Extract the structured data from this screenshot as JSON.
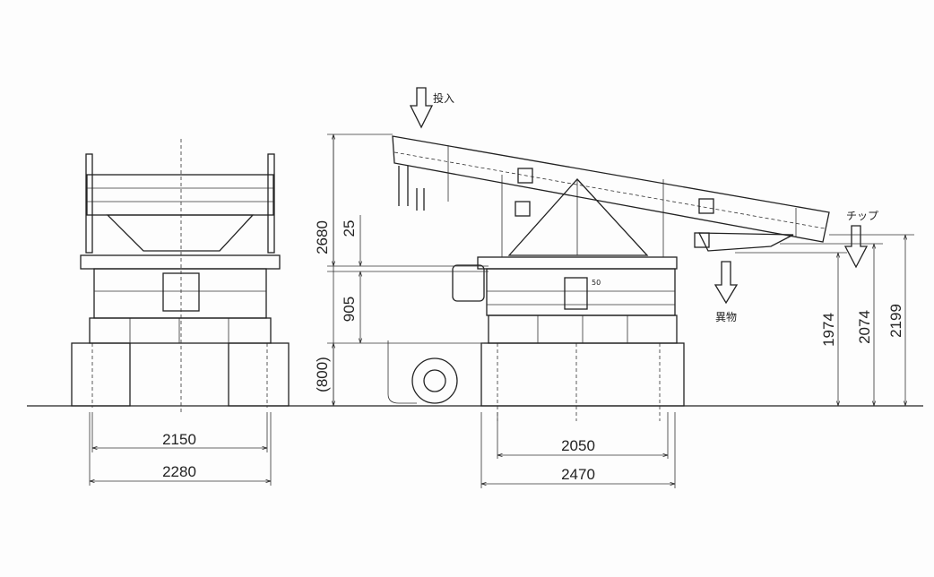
{
  "labels": {
    "input": "投入",
    "chip": "チップ",
    "foreign": "異物"
  },
  "dimensions": {
    "front_inner_width": "2150",
    "front_outer_width": "2280",
    "side_inner_width": "2050",
    "side_outer_width": "2470",
    "total_height": "2680",
    "gap": "25",
    "frame_height": "905",
    "foundation_height": "(800)",
    "foreign_outlet_height": "1974",
    "chip_outlet_height": "2074",
    "deck_end_height": "2199",
    "small_note": "50"
  }
}
